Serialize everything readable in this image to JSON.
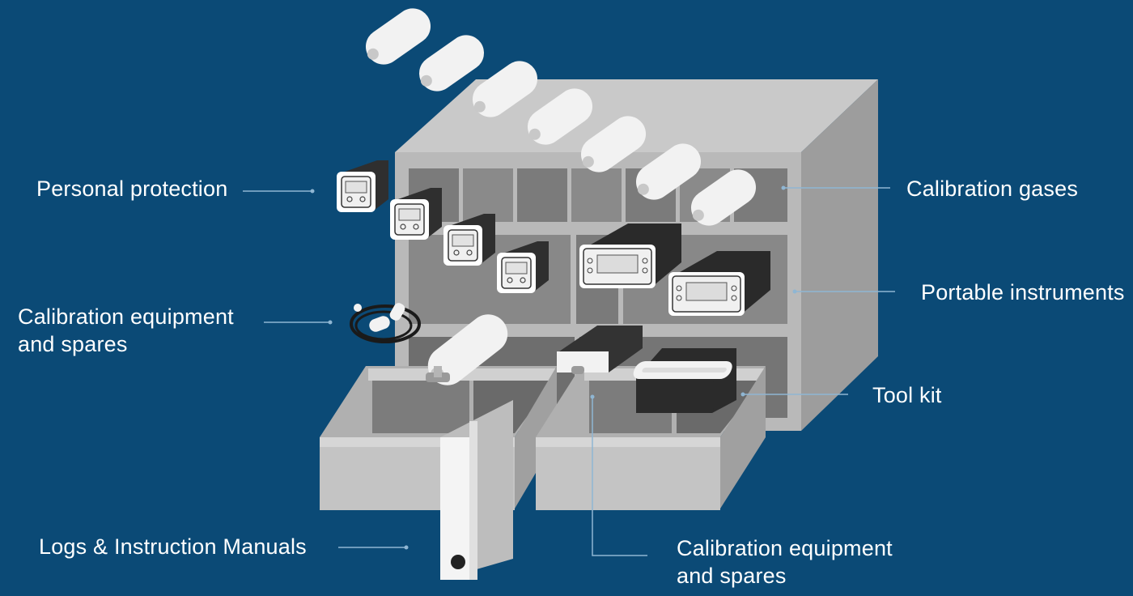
{
  "colors": {
    "background": "#0b4a76",
    "cabinet_light": "#bdbdbd",
    "cabinet_side": "#9a9a9a",
    "device_dark": "#3a3a3a",
    "cylinder": "#f2f2f2",
    "label_text": "#ffffff",
    "leader_line": "#8fb6d3"
  },
  "labels": {
    "personal_protection": "Personal protection",
    "calibration_gases": "Calibration gases",
    "portable_instruments": "Portable instruments",
    "calibration_equipment_left": {
      "line1": "Calibration equipment",
      "line2": "and spares"
    },
    "tool_kit": "Tool kit",
    "logs_manuals": "Logs & Instruction Manuals",
    "calibration_equipment_bottom": {
      "line1": "Calibration equipment",
      "line2": "and spares"
    }
  }
}
